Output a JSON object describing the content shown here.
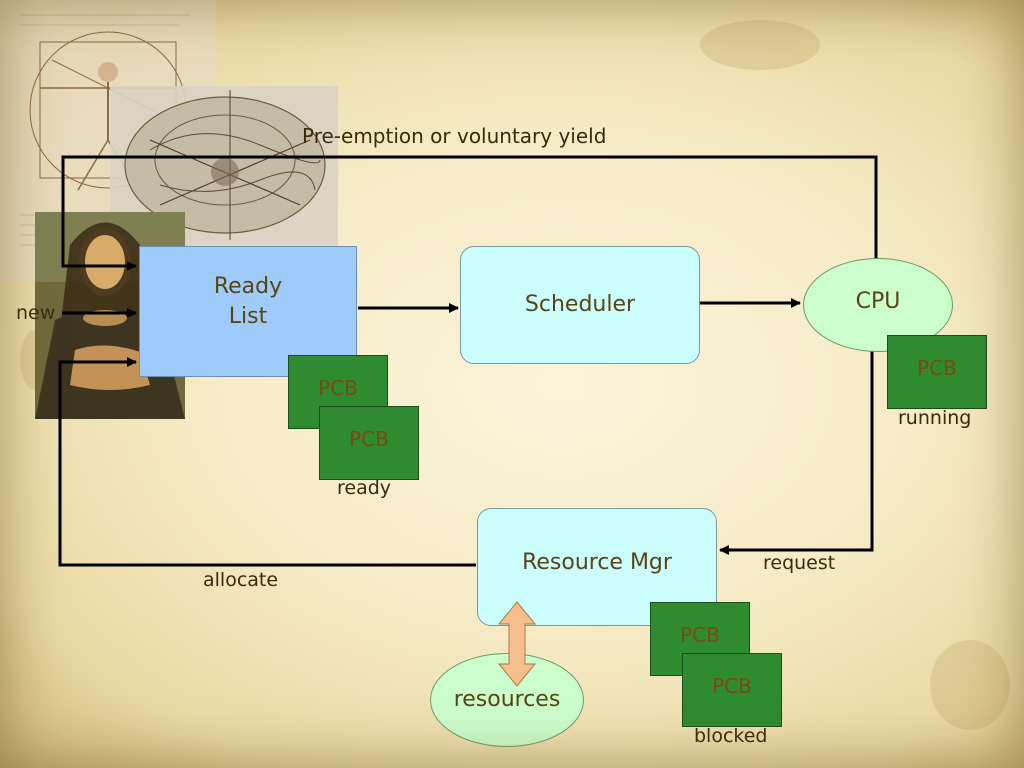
{
  "title_edge_label": "Pre-emption or voluntary yield",
  "nodes": {
    "ready_list": "Ready\nList",
    "scheduler": "Scheduler",
    "cpu": "CPU",
    "resource_mgr": "Resource Mgr",
    "resources": "resources"
  },
  "pcb_label": "PCB",
  "pcbs": [
    "PCB",
    "PCB",
    "PCB",
    "PCB",
    "PCB"
  ],
  "state_labels": {
    "ready": "ready",
    "running": "running",
    "blocked": "blocked"
  },
  "edge_labels": {
    "new": "new",
    "request": "request",
    "allocate": "allocate"
  },
  "colors": {
    "ready_list_fill": "#9fcbfb",
    "scheduler_fill": "#ccfdfd",
    "cpu_fill": "#ccfdcc",
    "resource_mgr_fill": "#ccfdfd",
    "resources_fill": "#ccfdcc",
    "pcb_fill": "#2e8b30",
    "arrow": "#000000",
    "double_arrow_fill": "#f6bf8c"
  }
}
